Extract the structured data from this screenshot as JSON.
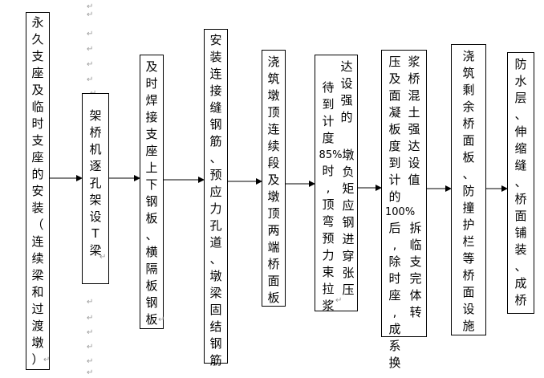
{
  "steps": [
    {
      "id": "s1",
      "text": "永久支座及临时支座的安装（连续梁和过渡墩）",
      "end_mark": "↵"
    },
    {
      "id": "s2",
      "text": "架桥机逐孔架设T梁",
      "end_mark": "↵"
    },
    {
      "id": "s3",
      "text": "及时焊接支座上下钢板、横隔板钢板",
      "end_mark": "↵"
    },
    {
      "id": "s4",
      "text": "安装连接缝钢筋、预应力孔道、墩梁固结钢筋",
      "end_mark": "↵"
    },
    {
      "id": "s5",
      "text": "浇筑墩顶连续段及墩顶两端桥面板",
      "end_mark": "↵"
    },
    {
      "id": "s6",
      "col_a": "待到计度",
      "col_a_tail": "85%",
      "col_a_more": "时,顶弯预力束拉浆",
      "col_b": "达设强的",
      "col_b_more": "墩负矩应钢进穿张压",
      "text": "达设计强度的85%时,穿墩顶负弯矩预应力钢束进行张拉,压浆",
      "end_mark": "↵"
    },
    {
      "id": "s7",
      "col_a": "压及面凝板度到计的",
      "col_a_tail": "100%",
      "col_a_more": "后,除时座,成系换",
      "col_b": "浆桥混土强达设值",
      "col_b_more": "拆临支完体转",
      "text": "压浆及桥面板混凝土强度达到设计值的100%后,拆除临时支座,完成体系转换",
      "end_mark": "↵"
    },
    {
      "id": "s8",
      "text": "浇筑剩余桥面板、防撞护栏等桥面设施",
      "end_mark": "↵"
    },
    {
      "id": "s9",
      "text": "防水层、伸缩缝、桥面铺装、成桥",
      "end_mark": "↵"
    }
  ],
  "paragraph_mark": "↵",
  "colors": {
    "line": "#000000",
    "mark": "#9a9a9a"
  }
}
